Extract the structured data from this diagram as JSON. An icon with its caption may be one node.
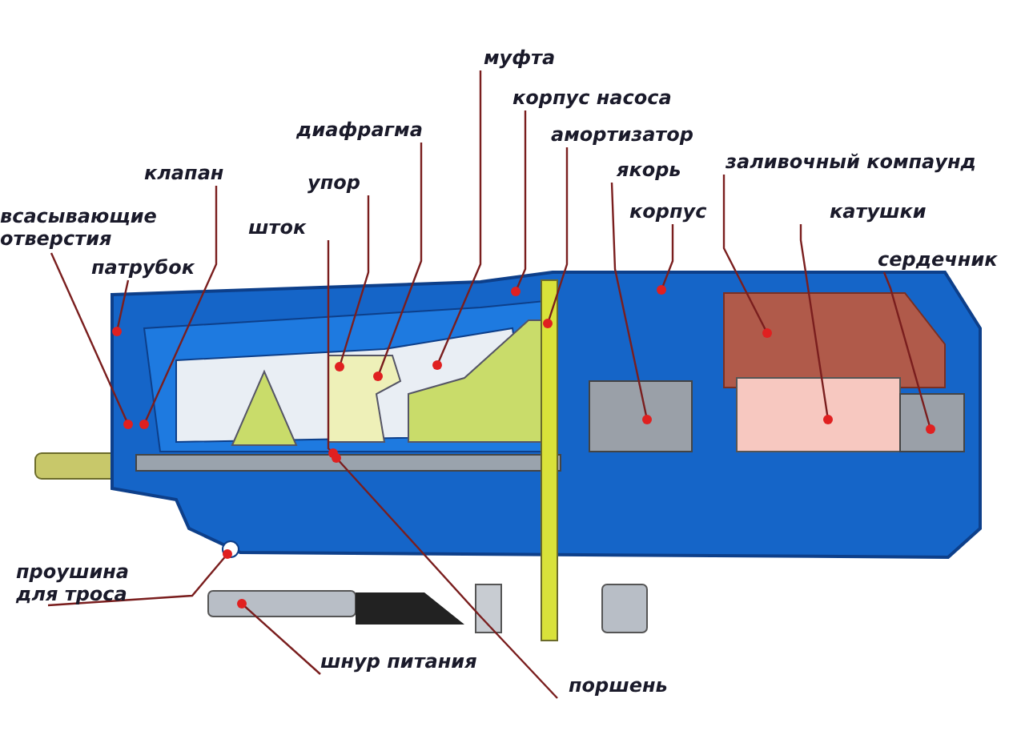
{
  "diagram": {
    "nodes": [
      {
        "text": [
          "муфта"
        ]
      },
      {
        "text": [
          "корпус насоса"
        ]
      },
      {
        "text": [
          "амортизатор"
        ]
      },
      {
        "text": [
          "якорь"
        ]
      },
      {
        "text": [
          "корпус"
        ]
      },
      {
        "text": [
          "заливочный компаунд"
        ]
      },
      {
        "text": [
          "катушки"
        ]
      },
      {
        "text": [
          "сердечник"
        ]
      },
      {
        "text": [
          "диафрагма"
        ]
      },
      {
        "text": [
          "клапан"
        ]
      },
      {
        "text": [
          "упор"
        ]
      },
      {
        "text": [
          "всасывающие отверстия"
        ]
      },
      {
        "text": [
          "шток"
        ]
      },
      {
        "text": [
          "патрубок"
        ]
      },
      {
        "text": [
          "проушина для троса"
        ]
      },
      {
        "text": [
          "шнур питания"
        ]
      },
      {
        "text": [
          "поршень"
        ]
      }
    ],
    "edges": [
      {
        "from": 0,
        "to": null,
        "arrow": "none"
      },
      {
        "from": 1,
        "to": null,
        "arrow": "none"
      },
      {
        "from": 2,
        "to": null,
        "arrow": "none"
      },
      {
        "from": 3,
        "to": null,
        "arrow": "none"
      },
      {
        "from": 4,
        "to": null,
        "arrow": "none"
      },
      {
        "from": 5,
        "to": null,
        "arrow": "none"
      },
      {
        "from": 6,
        "to": null,
        "arrow": "none"
      },
      {
        "from": 7,
        "to": null,
        "arrow": "none"
      },
      {
        "from": 8,
        "to": null,
        "arrow": "none"
      },
      {
        "from": 9,
        "to": null,
        "arrow": "none"
      },
      {
        "from": 10,
        "to": null,
        "arrow": "none"
      },
      {
        "from": 11,
        "to": null,
        "arrow": "none"
      },
      {
        "from": 12,
        "to": null,
        "arrow": "none"
      },
      {
        "from": 13,
        "to": null,
        "arrow": "none"
      },
      {
        "from": 14,
        "to": null,
        "arrow": "none"
      },
      {
        "from": 15,
        "to": null,
        "arrow": "none"
      },
      {
        "from": 16,
        "to": null,
        "arrow": "none"
      }
    ]
  }
}
